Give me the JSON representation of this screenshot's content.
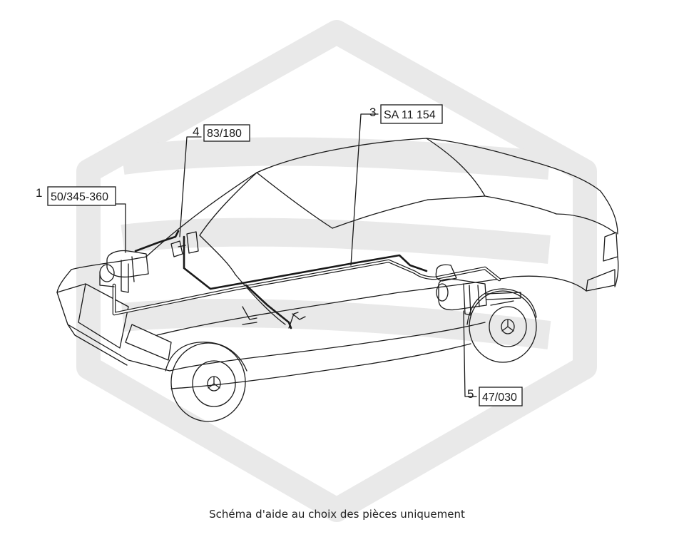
{
  "caption": "Schéma d'aide au choix des pièces uniquement",
  "callouts": [
    {
      "number": "1",
      "code": "50/345-360"
    },
    {
      "number": "3",
      "code": "SA 11 154"
    },
    {
      "number": "4",
      "code": "83/180"
    },
    {
      "number": "5",
      "code": "47/030"
    }
  ],
  "watermark": {
    "icon": "brand-logo-watermark",
    "color": "#e9e9e9"
  }
}
